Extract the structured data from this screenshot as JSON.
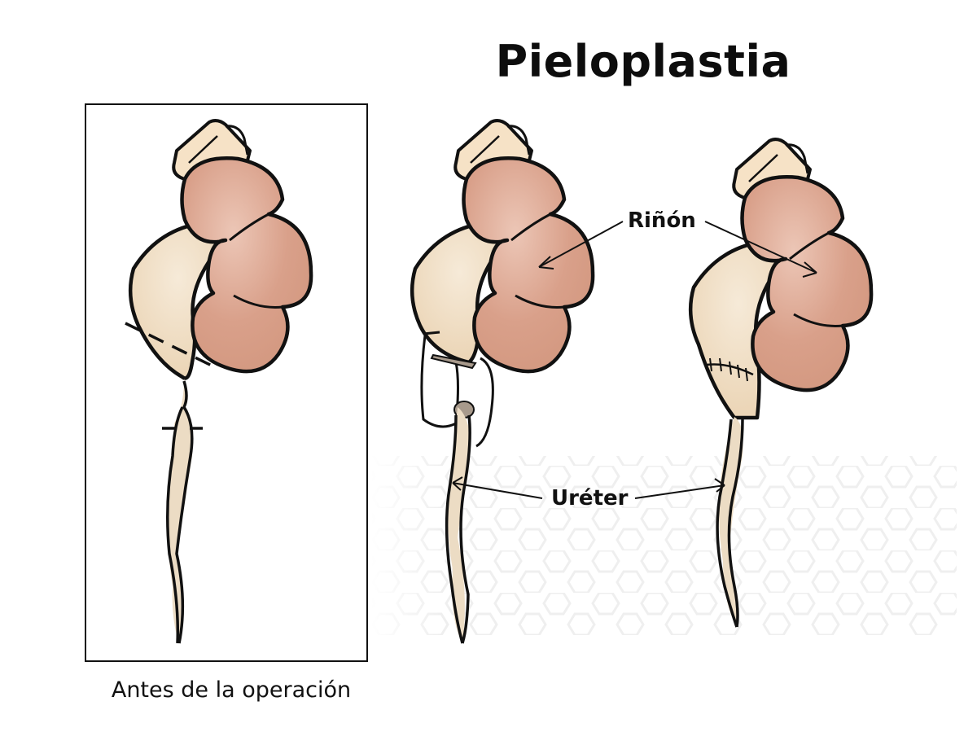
{
  "title": "Pieloplastia",
  "panels": [
    {
      "id": "before",
      "caption": "Antes de la operación",
      "boxed": true
    },
    {
      "id": "during",
      "caption": "",
      "boxed": false
    },
    {
      "id": "after",
      "caption": "",
      "boxed": false
    }
  ],
  "labels": {
    "kidney": "Riñón",
    "ureter": "Uréter"
  },
  "colors": {
    "kidney": "#d9a08a",
    "kidney_highlight": "#ecc6b6",
    "pelvis": "#f0dcc0",
    "adrenal": "#f6e2c6",
    "ureter": "#ecdcc4",
    "outline": "#111111",
    "clamp": "#a89a8c",
    "hex_pattern": "#efefef"
  }
}
